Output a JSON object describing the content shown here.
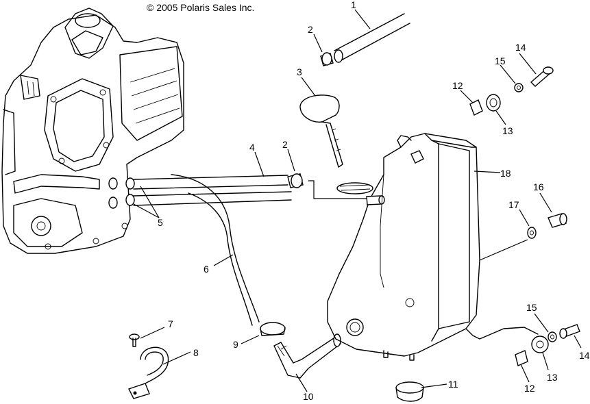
{
  "copyright": "© 2005 Polaris Sales Inc.",
  "callouts": {
    "c1": "1",
    "c2a": "2",
    "c2b": "2",
    "c3": "3",
    "c4": "4",
    "c5": "5",
    "c6": "6",
    "c7": "7",
    "c8": "8",
    "c9": "9",
    "c10": "10",
    "c11": "11",
    "c12a": "12",
    "c12b": "12",
    "c13a": "13",
    "c13b": "13",
    "c14a": "14",
    "c14b": "14",
    "c15a": "15",
    "c15b": "15",
    "c16": "16",
    "c17": "17",
    "c18": "18"
  },
  "parts": {
    "engine": "engine-icon",
    "tank": "oil-tank-icon",
    "hose": "hose-icon",
    "clamp": "clamp-icon",
    "dipstick": "dipstick-icon",
    "bolt": "bolt-icon",
    "washer": "washer-icon",
    "grommet": "grommet-icon",
    "elbow": "elbow-fitting-icon",
    "bracket": "mounting-clamp-icon"
  }
}
